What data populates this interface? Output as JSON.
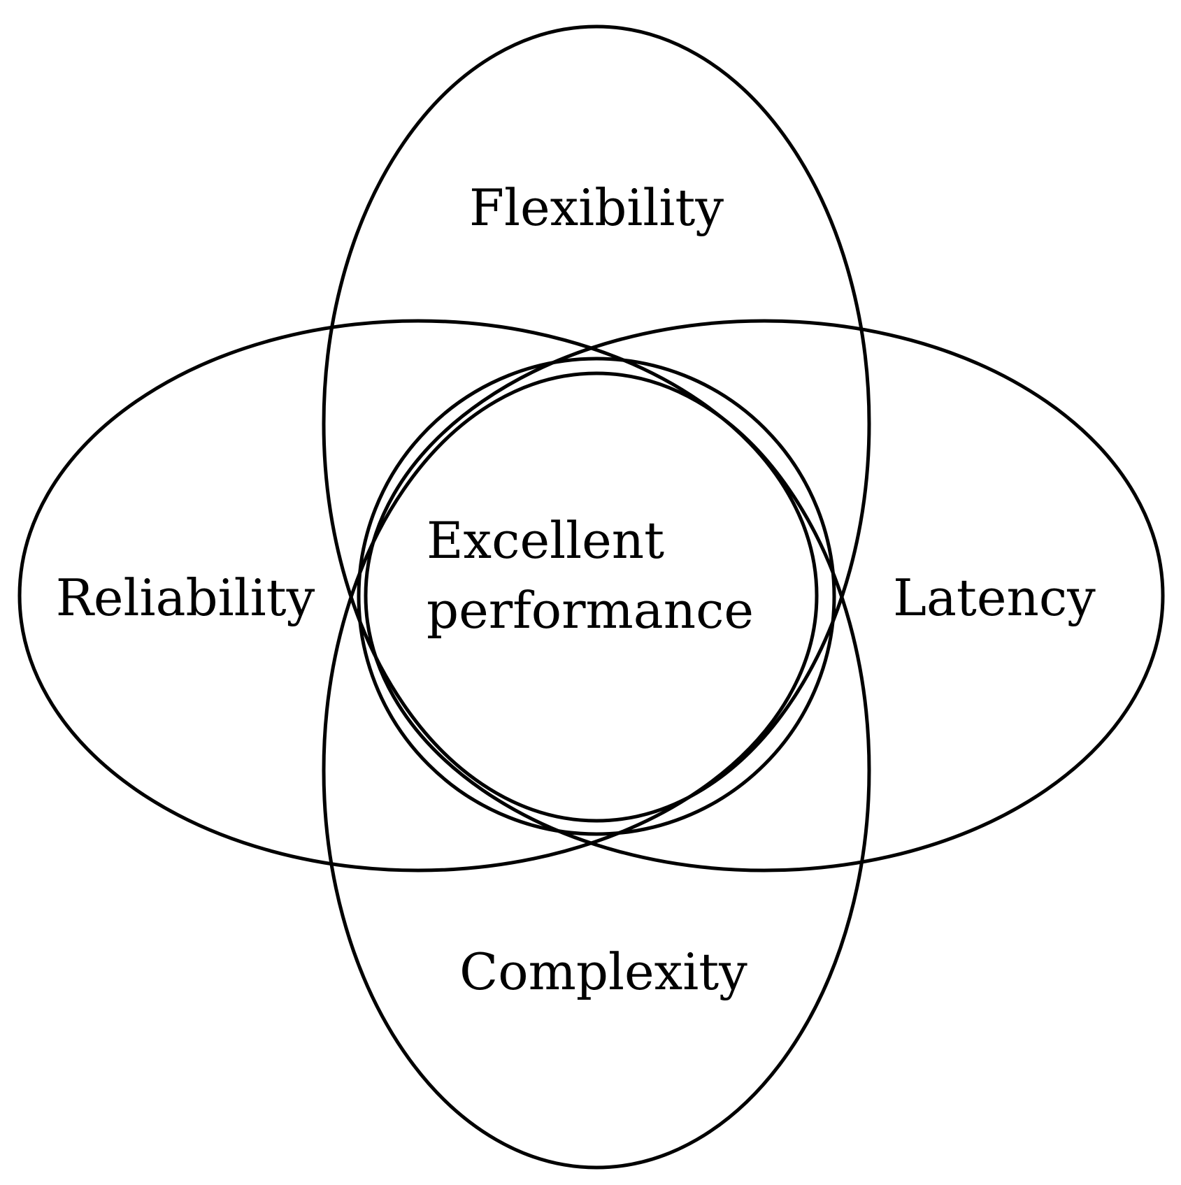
{
  "diagram": {
    "type": "venn",
    "stroke_color": "#000000",
    "background_color": "#ffffff",
    "sets": [
      {
        "label": "Flexibility"
      },
      {
        "label": "Reliability"
      },
      {
        "label": "Latency"
      },
      {
        "label": "Complexity"
      }
    ],
    "center": {
      "line1": "Excellent",
      "line2": "performance"
    }
  }
}
